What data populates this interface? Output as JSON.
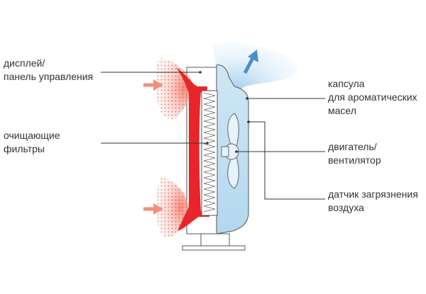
{
  "labels": {
    "display_line1": "дисплей/",
    "display_line2": "панель управления",
    "filters_line1": "очищающие",
    "filters_line2": "фильтры",
    "capsule_line1": "капсула",
    "capsule_line2": "для ароматических",
    "capsule_line3": "масел",
    "motor_line1": "двигатель/",
    "motor_line2": "вентилятор",
    "sensor_line1": "датчик загрязнения",
    "sensor_line2": "воздуха"
  },
  "colors": {
    "intake_red": "#e8252a",
    "intake_glow": "#f7b8a8",
    "intake_arrow": "#f0907a",
    "airflow_blue": "#bfe0f2",
    "outflow_arrow": "#4a90c8",
    "outline": "#555555",
    "leader_line": "#333333"
  },
  "icons": {
    "intake_arrows": "arrow-right-icon",
    "outflow_arrow": "arrow-up-right-icon",
    "fan": "fan-icon"
  }
}
